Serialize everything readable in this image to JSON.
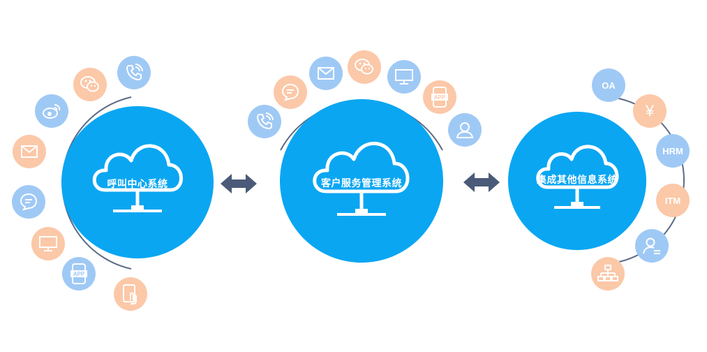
{
  "hubs": {
    "left": {
      "label": "呼叫中心系统"
    },
    "center": {
      "label": "客户服务管理系统"
    },
    "right": {
      "label": "集成其他信息系统"
    }
  },
  "right_bubbles": {
    "oa": "OA",
    "yen": "¥",
    "hrm": "HRM",
    "itm": "ITM"
  },
  "icon_badges": {
    "app": "APP"
  },
  "colors": {
    "hub": "#0aa6f2",
    "bubble_orange": "#fbc8a8",
    "bubble_blue": "#9fc9f5",
    "connector_arrow": "#4a5a78",
    "orbit_arc": "#5a6a86"
  },
  "connectors": [
    "double-arrow",
    "double-arrow"
  ]
}
